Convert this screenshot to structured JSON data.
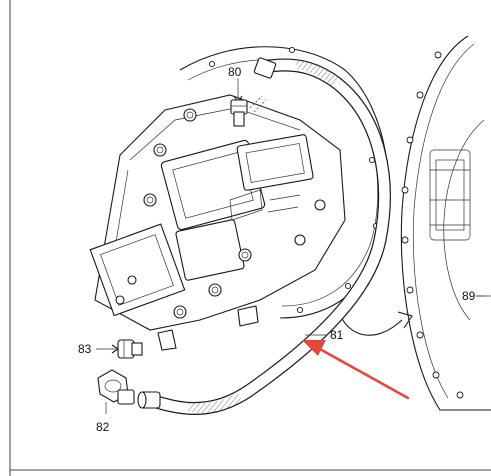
{
  "callouts": {
    "c80": "80",
    "c81": "81",
    "c82": "82",
    "c83": "83",
    "c89": "89"
  },
  "colors": {
    "arrow": "#e8453c",
    "line": "#1a1a1a",
    "frame": "#444444"
  }
}
